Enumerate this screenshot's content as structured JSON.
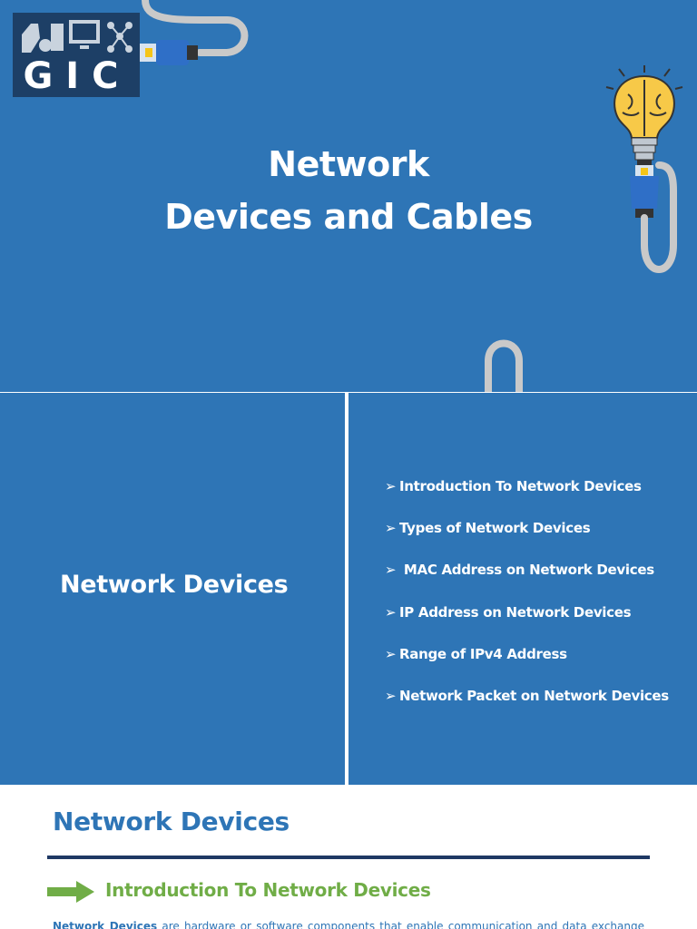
{
  "slide1": {
    "logo": {
      "text": "GIC"
    },
    "title_line1": "Network",
    "title_line2": "Devices and Cables"
  },
  "slide2": {
    "heading": "Network Devices",
    "bullet_glyph": "➢",
    "toc": [
      "Introduction To Network Devices",
      "Types of Network Devices",
      " MAC Address on Network Devices",
      "IP Address on Network Devices",
      "Range of IPv4 Address",
      "Network Packet on Network Devices"
    ]
  },
  "slide3": {
    "heading": "Network Devices",
    "subheading": "Introduction To Network Devices",
    "body_bold": "Network Devices",
    "body_rest": " are hardware or software components that enable communication and data exchange"
  },
  "colors": {
    "slide_blue": "#2E75B6",
    "logo_navy": "#1d3f66",
    "rule_navy": "#1F3864",
    "green": "#70AD47",
    "cable_gray": "#c9c9c9",
    "plug_blue": "#2F6FC7",
    "plug_yellow": "#F5C518",
    "bulb_yellow": "#F7C948"
  },
  "icons": [
    "network-devices-logo-icons",
    "ethernet-cable-icon",
    "lightbulb-brain-icon",
    "green-arrow-icon"
  ]
}
